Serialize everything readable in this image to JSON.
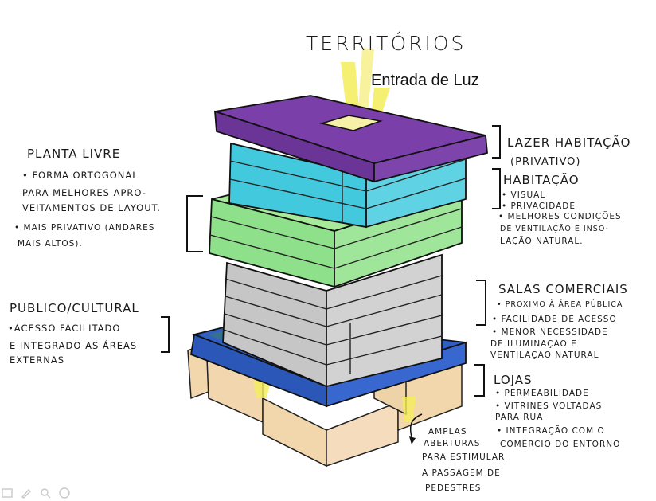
{
  "title": "Territórios",
  "light_label": "Entrada de Luz",
  "colors": {
    "roof": "#7a3fa8",
    "housing": "#43c9dd",
    "green": "#8fe08a",
    "gray": "#bdbdbd",
    "blue": "#2f5fc4",
    "stores": "#f2d7ad",
    "light": "#f4ee5a"
  },
  "left": {
    "planta": {
      "heading": "Planta livre",
      "lines": [
        "• Forma ortogonal",
        "para melhores apro-",
        "veitamentos de layout.",
        "• Mais privativo (andares",
        "mais altos)."
      ]
    },
    "publico": {
      "heading": "Publico/Cultural",
      "lines": [
        "•Acesso facilitado",
        "e integrado as áreas",
        "externas"
      ]
    }
  },
  "right": {
    "lazer": {
      "lines": [
        "Lazer Habitação",
        "(Privativo)"
      ]
    },
    "habitacao": {
      "heading": "Habitação",
      "lines": [
        "• Visual",
        "• Privacidade",
        "• Melhores condições",
        "de ventilação e inso-",
        "lação natural."
      ]
    },
    "salas": {
      "heading": "Salas Comerciais",
      "lines": [
        "• Proximo à área pública",
        "• Facilidade de acesso",
        "• Menor necessidade",
        "de iluminação e",
        "ventilação natural"
      ]
    },
    "lojas": {
      "heading": "Lojas",
      "lines": [
        "• Permeabilidade",
        "• Vitrines voltadas",
        "para rua",
        "• Integração com o",
        "comércio do entorno"
      ]
    }
  },
  "bottom": {
    "amplas": {
      "lines": [
        "Amplas",
        "aberturas",
        "para estimular",
        "a passagem de",
        "pedestres"
      ]
    }
  },
  "toolbar_icons": [
    "slide-icon",
    "pen-icon",
    "zoom-icon",
    "more-icon"
  ]
}
